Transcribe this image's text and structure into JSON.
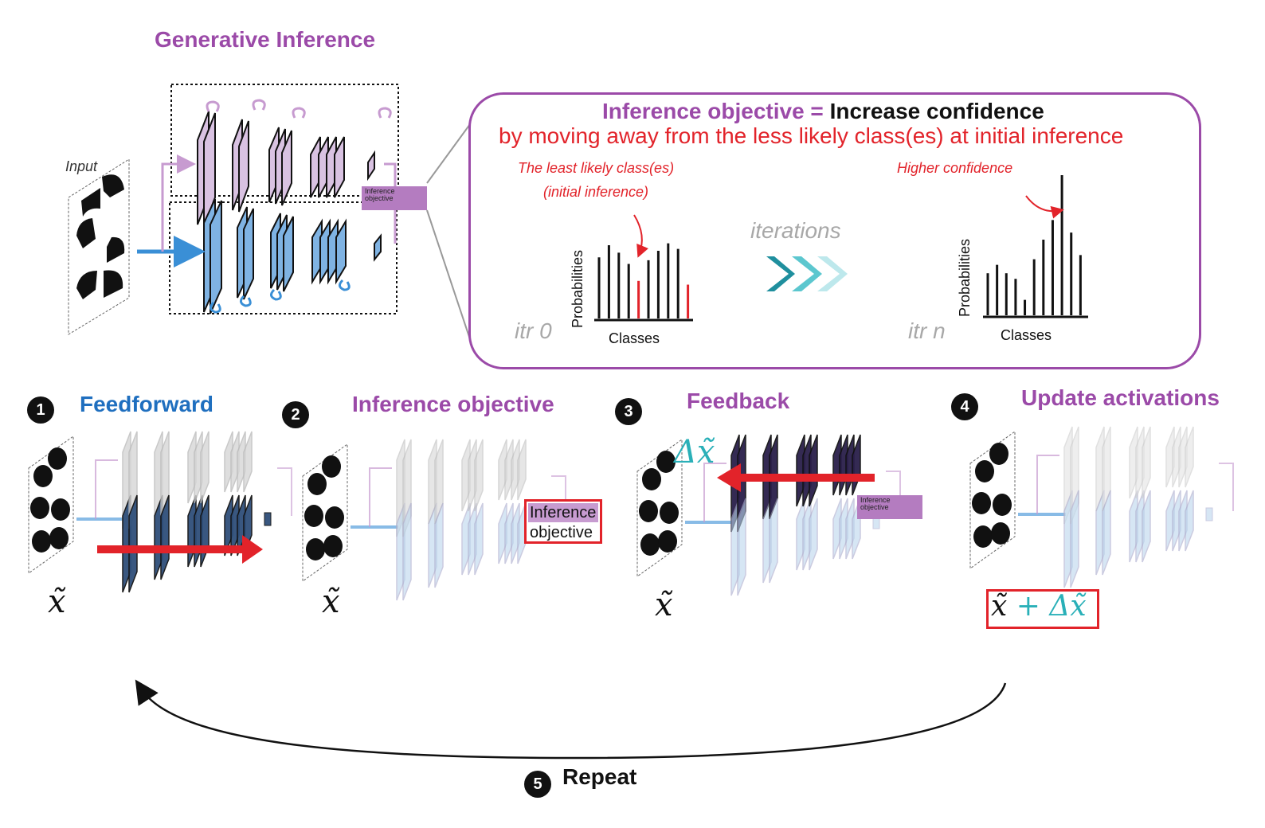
{
  "colors": {
    "purple": "#9b4aa8",
    "blue": "#1f6fbf",
    "red": "#e2232a",
    "teal": "#2ab0b8",
    "gray": "#a8a8a8"
  },
  "header": {
    "title": "Generative Inference"
  },
  "input_label": "Input",
  "mini_objective": {
    "line1": "Inference",
    "line2": "objective"
  },
  "objective_panel": {
    "heading_purple": "Inference objective =",
    "heading_black": "Increase confidence",
    "subheading": "by moving away from the less likely class(es) at initial inference",
    "left_note_line1": "The  least  likely class(es)",
    "left_note_line2": "(initial inference)",
    "right_note": "Higher  confidence",
    "iterations_label": "iterations",
    "itr0": "itr 0",
    "itrn": "itr n",
    "ylabel": "Probabilities",
    "xlabel": "Classes"
  },
  "steps": [
    {
      "number": "1",
      "label": "Feedforward"
    },
    {
      "number": "2",
      "label": "Inference objective"
    },
    {
      "number": "3",
      "label": "Feedback"
    },
    {
      "number": "4",
      "label": "Update activations"
    },
    {
      "number": "5",
      "label": "Repeat"
    }
  ],
  "step2_box": {
    "line1": "Inference",
    "line2": "objective"
  },
  "math": {
    "x_tilde": "x̃",
    "delta_x": "Δx̃",
    "update": "x̃ + Δx̃"
  },
  "icons": [
    "network-diagram-icon",
    "pacman-input-icon",
    "chevron-arrows-icon",
    "repeat-arrow-icon"
  ],
  "chart_data": [
    {
      "type": "bar",
      "title": "itr 0",
      "xlabel": "Classes",
      "ylabel": "Probabilities",
      "values": [
        0.65,
        0.78,
        0.7,
        0.58,
        0.4,
        0.62,
        0.72,
        0.8,
        0.74,
        0.36
      ],
      "highlight_indices": [
        4,
        9
      ],
      "highlight_color": "#e2232a"
    },
    {
      "type": "bar",
      "title": "itr n",
      "xlabel": "Classes",
      "ylabel": "Probabilities",
      "values": [
        0.3,
        0.36,
        0.3,
        0.26,
        0.11,
        0.4,
        0.54,
        0.68,
        1.0,
        0.59,
        0.43
      ],
      "highlight_indices": [],
      "highlight_color": "#e2232a"
    }
  ]
}
